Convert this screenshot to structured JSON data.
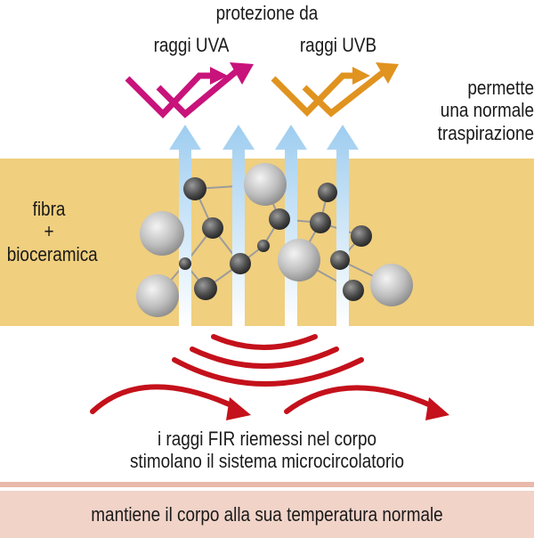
{
  "labels": {
    "protection": "protezione da",
    "uva": "raggi UVA",
    "uvb": "raggi UVB",
    "breathing": [
      "permette",
      "una normale",
      "traspirazione"
    ],
    "fiber": [
      "fibra",
      "+",
      "bioceramica"
    ],
    "fir": [
      "i raggi FIR riemessi nel corpo",
      "stimolano il sistema microcircolatorio"
    ],
    "footer": "mantiene il corpo alla sua temperatura normale"
  },
  "colors": {
    "band": "#f0cf7e",
    "uva_arrow": "#c8137b",
    "uvb_arrow": "#e0931f",
    "blue_arrow": "#8cc3ea",
    "red_arc": "#c4111b",
    "footer_bg": "#f1d3c8"
  }
}
